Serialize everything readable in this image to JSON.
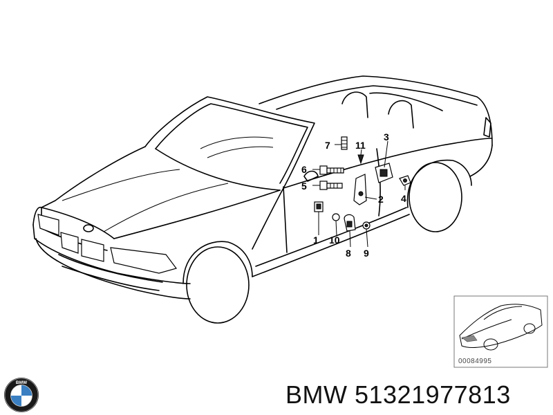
{
  "diagram": {
    "callouts": [
      "1",
      "2",
      "3",
      "4",
      "5",
      "6",
      "7",
      "8",
      "9",
      "10",
      "11"
    ],
    "thumbnail_code": "00084995"
  },
  "brand": {
    "logo_text": "BMW",
    "name": "BMW",
    "part_number": "51321977813",
    "colors": {
      "blue": "#3a7fc1",
      "ring": "#1a1a1a",
      "white": "#ffffff"
    }
  }
}
